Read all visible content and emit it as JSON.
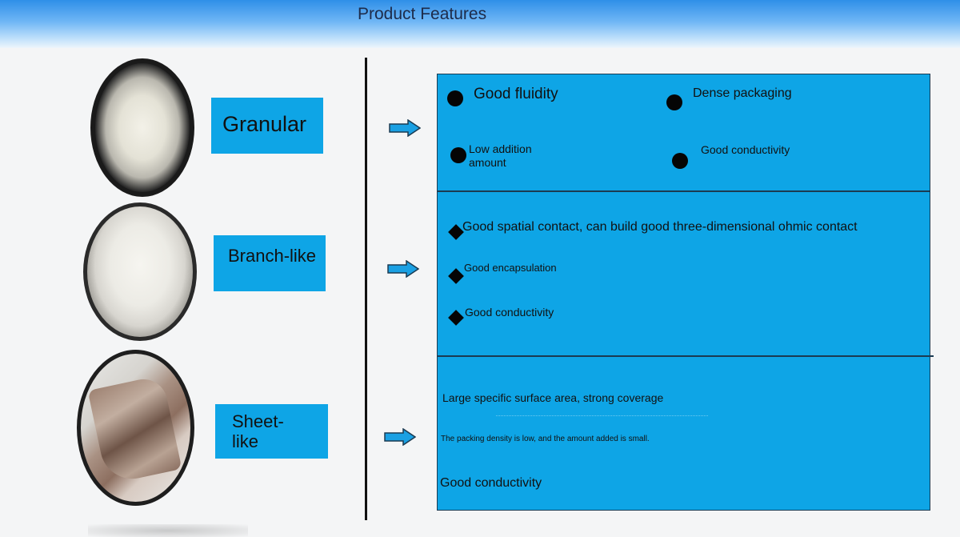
{
  "header": {
    "title": "Product Features"
  },
  "rows": [
    {
      "label": "Granular",
      "features": [
        "Good fluidity",
        "Dense packaging",
        "Low addition amount",
        "Good conductivity"
      ]
    },
    {
      "label": "Branch-like",
      "features": [
        "Good spatial contact, can build good three-dimensional ohmic contact",
        "Good encapsulation",
        "Good conductivity"
      ]
    },
    {
      "label": "Sheet-like",
      "features": [
        "Large specific surface area, strong coverage",
        "The packing density is low, and the amount added is small.",
        "Good conductivity"
      ]
    }
  ],
  "colors": {
    "header_gradient_top": "#2f8fe8",
    "box_blue": "#0ea5e6",
    "arrow_fill": "#1aa0e3",
    "bullet": "#050505"
  },
  "icons": {
    "row_arrow": "right-arrow-icon",
    "granular_bullet": "circle-bullet-icon",
    "branch_bullet": "diamond-bullet-icon"
  }
}
